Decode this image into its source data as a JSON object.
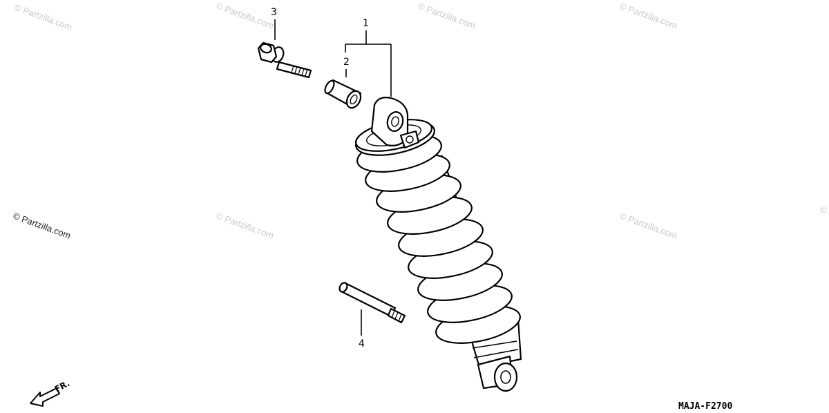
{
  "watermark": {
    "text": "© Partzilla.com",
    "dark_text": "© Partzilla.com"
  },
  "callouts": {
    "c1": "1",
    "c2": "2",
    "c3": "3",
    "c4": "4"
  },
  "direction_label": "FR.",
  "diagram_code": "MAJA-F2700"
}
